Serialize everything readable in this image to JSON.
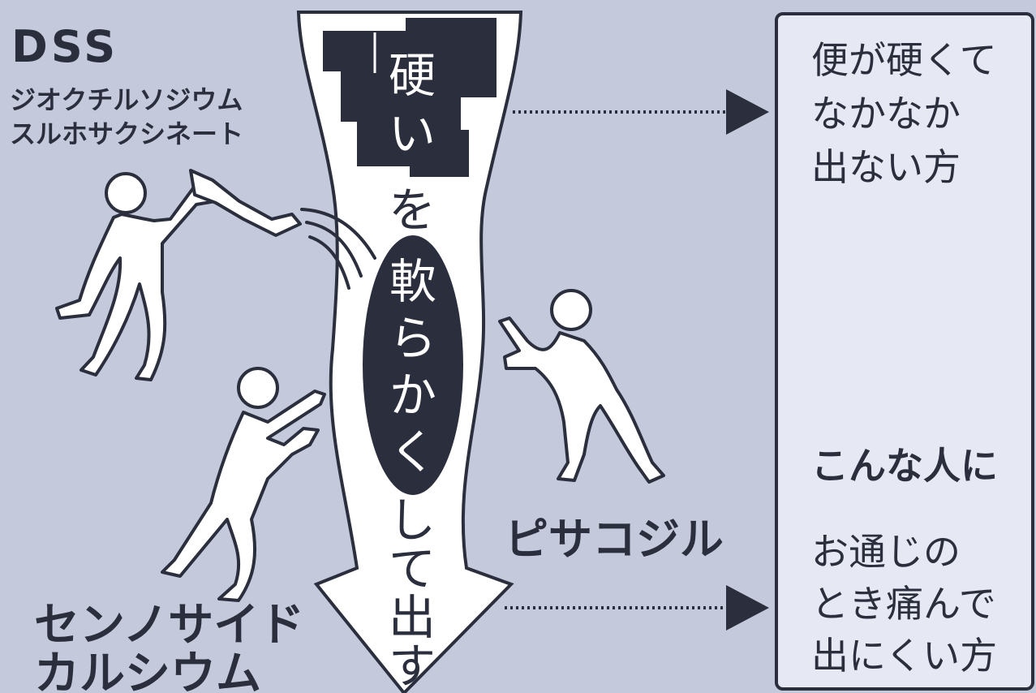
{
  "left_label": {
    "title": "DSS",
    "lines": [
      "ジオクチルソジウム",
      "スルホサクシネート"
    ]
  },
  "bottom_left_label": {
    "lines": [
      "センノサイド",
      "カルシウム"
    ]
  },
  "middle_right_label": "ピサコジル",
  "arrow_text": {
    "hard": [
      "硬",
      "い"
    ],
    "wo": "を",
    "soften": [
      "軟",
      "ら",
      "か",
      "く"
    ],
    "rest": [
      "し",
      "て",
      "出",
      "す"
    ]
  },
  "panel": {
    "top_lines": [
      "便が硬くて",
      "なかなか",
      "出ない方"
    ],
    "mid_heading": "こんな人に",
    "bottom_lines": [
      "お通じの",
      "とき痛んで",
      "出にくい方"
    ]
  },
  "icons": {
    "person_face": "straining-face-icon",
    "figures": "person-icon",
    "arrows": "arrow-right-icon"
  },
  "colors": {
    "background": "#c5c9dc",
    "ink": "#2b2e3c",
    "panel": "#e6e8f3",
    "white": "#ffffff"
  }
}
